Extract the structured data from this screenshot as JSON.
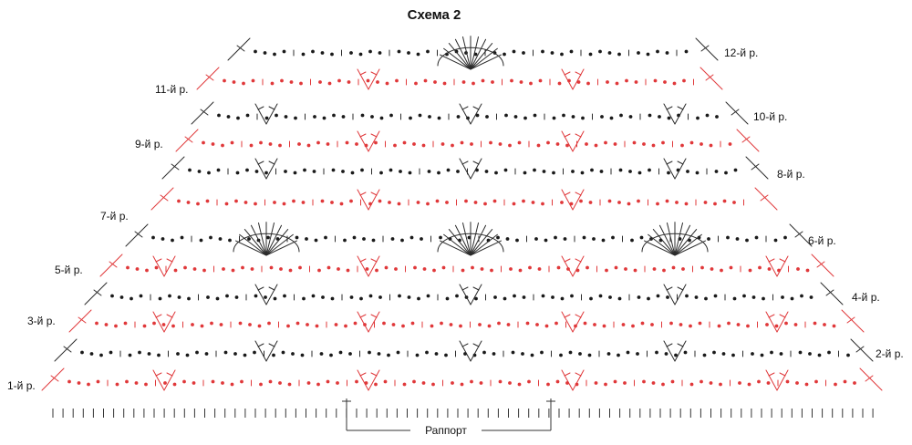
{
  "title": "Схема 2",
  "rows": [
    {
      "n": 1,
      "label": "1-й р."
    },
    {
      "n": 2,
      "label": "2-й р."
    },
    {
      "n": 3,
      "label": "3-й р."
    },
    {
      "n": 4,
      "label": "4-й р."
    },
    {
      "n": 5,
      "label": "5-й р."
    },
    {
      "n": 6,
      "label": "6-й р."
    },
    {
      "n": 7,
      "label": "7-й р."
    },
    {
      "n": 8,
      "label": "8-й р."
    },
    {
      "n": 9,
      "label": "9-й р."
    },
    {
      "n": 10,
      "label": "10-й р."
    },
    {
      "n": 11,
      "label": "11-й р."
    },
    {
      "n": 12,
      "label": "12-й р."
    }
  ],
  "rapport_label": "Раппорт",
  "colors": {
    "odd_rows": "#e0383a",
    "even_rows": "#2b2b2b"
  }
}
